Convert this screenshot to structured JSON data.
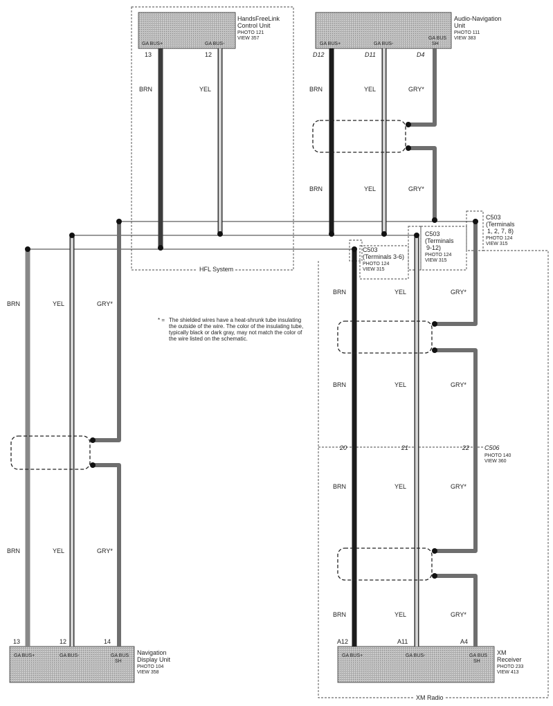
{
  "components": {
    "hfl_unit": {
      "name_line1": "HandsFreeLink",
      "name_line2": "Control Unit",
      "photo": "PHOTO 121",
      "view": "VIEW 357",
      "term_a": "GA BUS+",
      "term_b": "GA BUS-",
      "pin_a": "13",
      "pin_b": "12"
    },
    "audio_nav": {
      "name_line1": "Audio-Navigation",
      "name_line2": "Unit",
      "photo": "PHOTO 111",
      "view": "VIEW 383",
      "term_a": "GA BUS+",
      "term_b": "GA BUS-",
      "term_c1": "GA BUS",
      "term_c2": "SH",
      "pin_a": "D12",
      "pin_b": "D11",
      "pin_c": "D4"
    },
    "nav_display": {
      "name_line1": "Navigation",
      "name_line2": "Display Unit",
      "photo": "PHOTO 104",
      "view": "VIEW 358",
      "term_a": "GA BUS+",
      "term_b": "GA BUS-",
      "term_c1": "GA BUS",
      "term_c2": "SH",
      "pin_a": "13",
      "pin_b": "12",
      "pin_c": "14"
    },
    "xm_receiver": {
      "name_line1": "XM",
      "name_line2": "Receiver",
      "photo": "PHOTO 233",
      "view": "VIEW 413",
      "term_a": "GA BUS+",
      "term_b": "GA BUS-",
      "term_c1": "GA BUS",
      "term_c2": "SH",
      "pin_a": "A12",
      "pin_b": "A11",
      "pin_c": "A4"
    }
  },
  "connectors": {
    "c503_1278": {
      "name": "C503",
      "line2": "(Terminals",
      "line3": "1, 2, 7, 8)",
      "photo": "PHOTO 124",
      "view": "VIEW 315"
    },
    "c503_912": {
      "name": "C503",
      "line2": "(Terminals",
      "line3": "9-12)",
      "photo": "PHOTO 124",
      "view": "VIEW 315"
    },
    "c503_36": {
      "name": "C503",
      "line2": "(Terminals 3-6)",
      "photo": "PHOTO 124",
      "view": "VIEW 315"
    },
    "c506": {
      "name": "C506",
      "photo": "PHOTO 140",
      "view": "VIEW 360",
      "pin_a": "20",
      "pin_b": "21",
      "pin_c": "22"
    }
  },
  "wire_colors": {
    "brn": "BRN",
    "yel": "YEL",
    "gry": "GRY*"
  },
  "systems": {
    "hfl": "HFL System",
    "xm": "XM Radio"
  },
  "note": {
    "star": "* =",
    "text": "The shielded wires have a heat-shrunk tube insulating the outside of the wire. The color of the insulating tube, typically black or dark gray, may not match the color of the wire listed on the schematic."
  }
}
